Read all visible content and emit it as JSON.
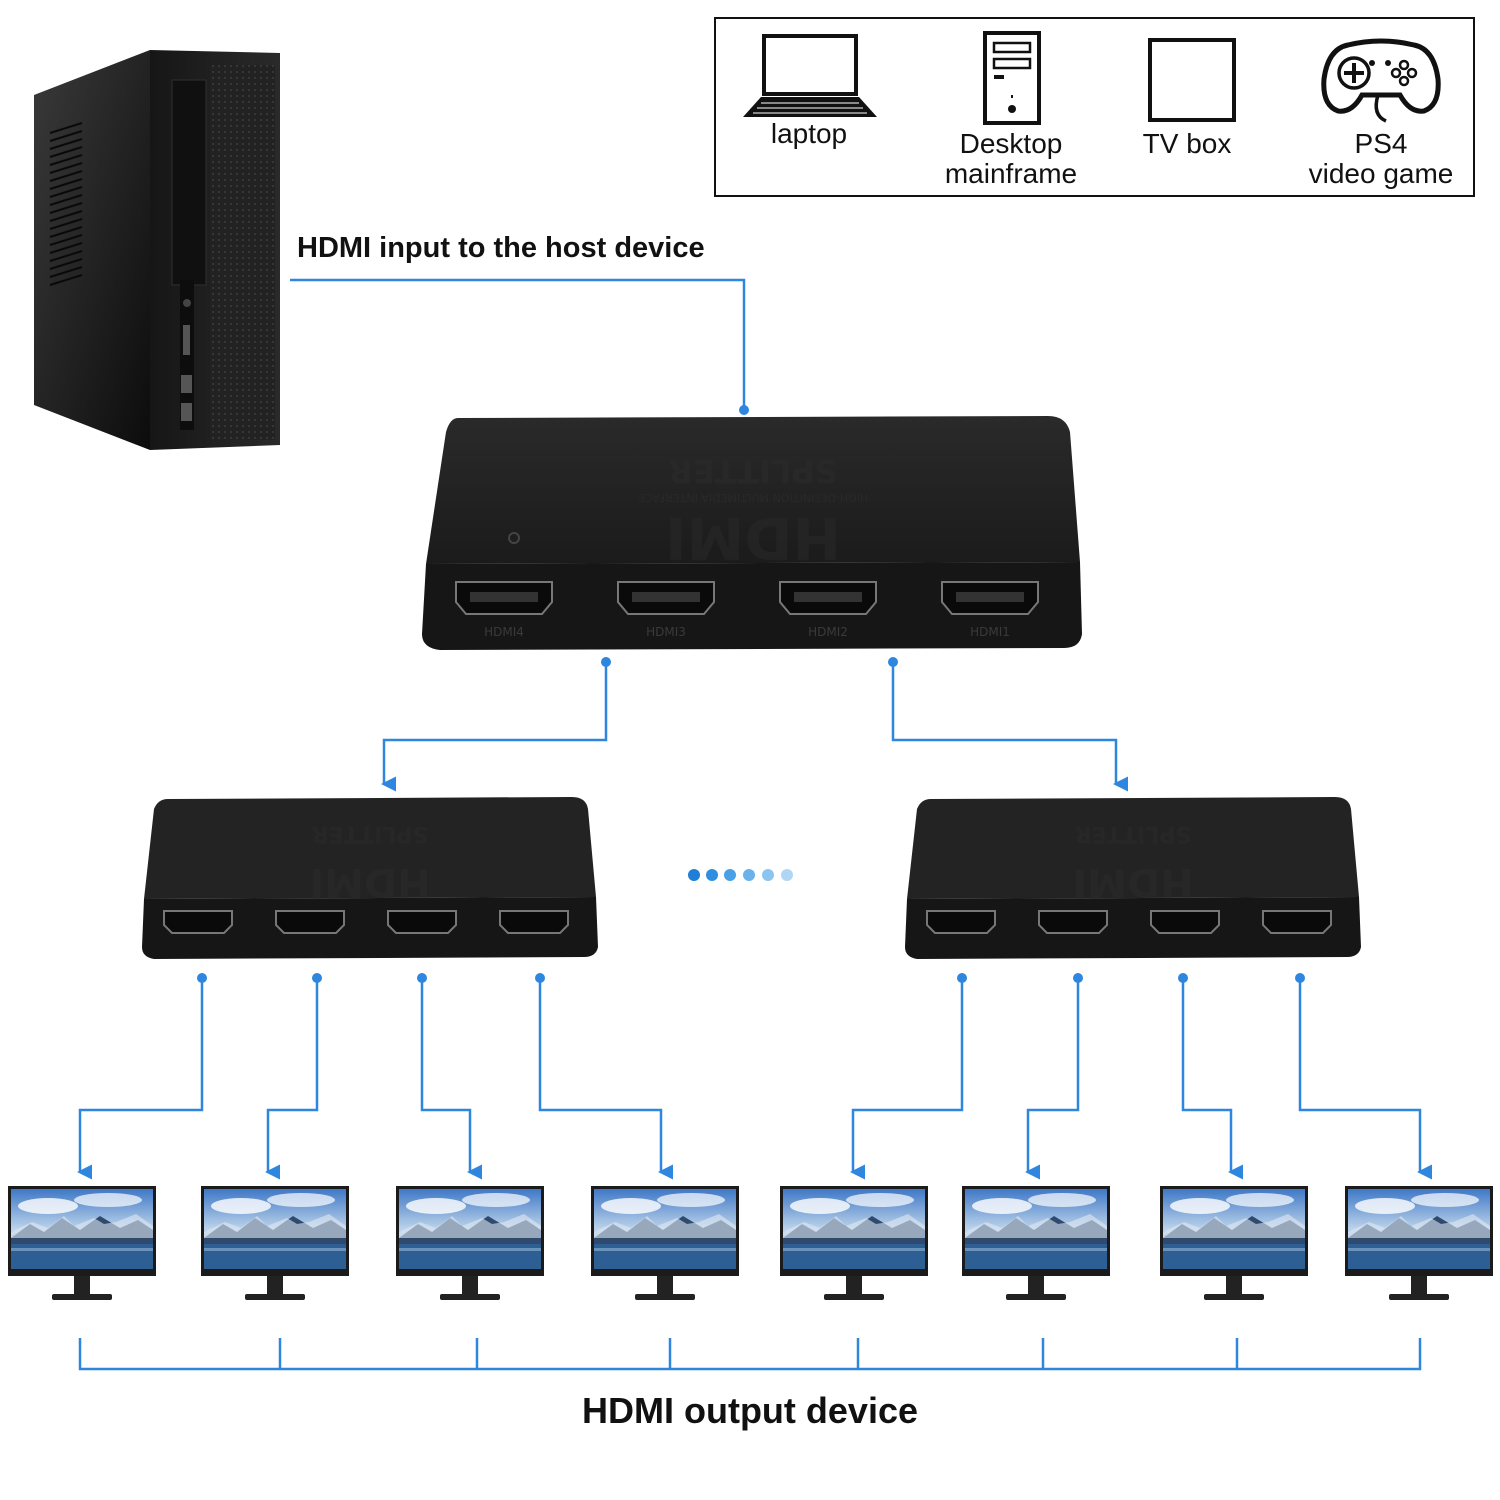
{
  "source_devices": {
    "items": [
      {
        "label": "laptop",
        "icon": "laptop-icon"
      },
      {
        "label": "Desktop\nmainframe",
        "icon": "desktop-tower-icon"
      },
      {
        "label": "TV box",
        "icon": "tv-box-icon"
      },
      {
        "label": "PS4\nvideo game",
        "icon": "gamepad-icon"
      }
    ]
  },
  "input_label": "HDMI input to the host device",
  "output_label": "HDMI output device",
  "splitter": {
    "brand": "HDMI",
    "name": "SPLITTER",
    "subtitle": "HIGH-DEFINITION MULTIMEDIA INTERFACE",
    "ports": [
      "HDMI4",
      "HDMI3",
      "HDMI2",
      "HDMI1"
    ]
  },
  "colors": {
    "connector": "#2e86de",
    "splitter_body": "#1e1e1e",
    "dots": [
      "#1f7fd6",
      "#2e8fe0",
      "#4aa0e6",
      "#6ab2ec",
      "#8cc4f0",
      "#b0d6f4"
    ]
  },
  "output_monitor_count": 8
}
